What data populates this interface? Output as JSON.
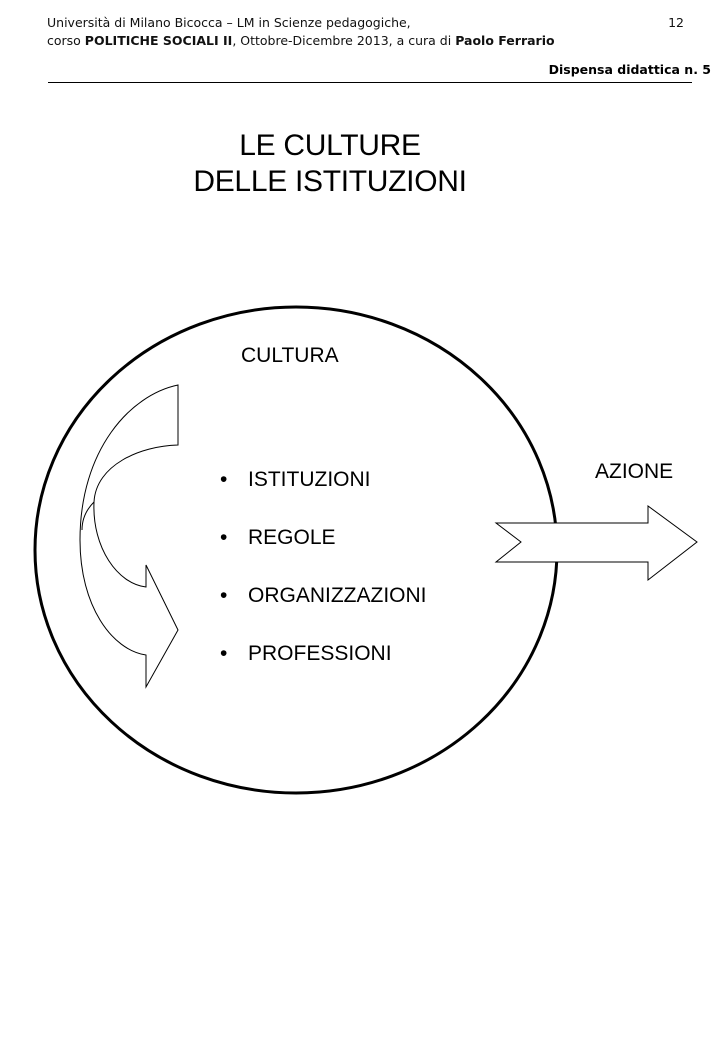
{
  "header": {
    "line1": "Università di Milano Bicocca – LM in Scienze pedagogiche,",
    "line2_prefix": "corso ",
    "course": "POLITICHE SOCIALI II",
    "line2_mid": ", Ottobre-Dicembre 2013,  a cura di ",
    "author": "Paolo Ferrario",
    "page_number": "12",
    "dispensa": "Dispensa didattica n. 5"
  },
  "title": {
    "line1": "LE CULTURE",
    "line2": "DELLE ISTITUZIONI"
  },
  "diagram": {
    "circle_label": "CULTURA",
    "output_label": "AZIONE",
    "bullet_glyph": "•",
    "items": [
      "ISTITUZIONI",
      "REGOLE",
      "ORGANIZZAZIONI",
      "PROFESSIONI"
    ]
  }
}
